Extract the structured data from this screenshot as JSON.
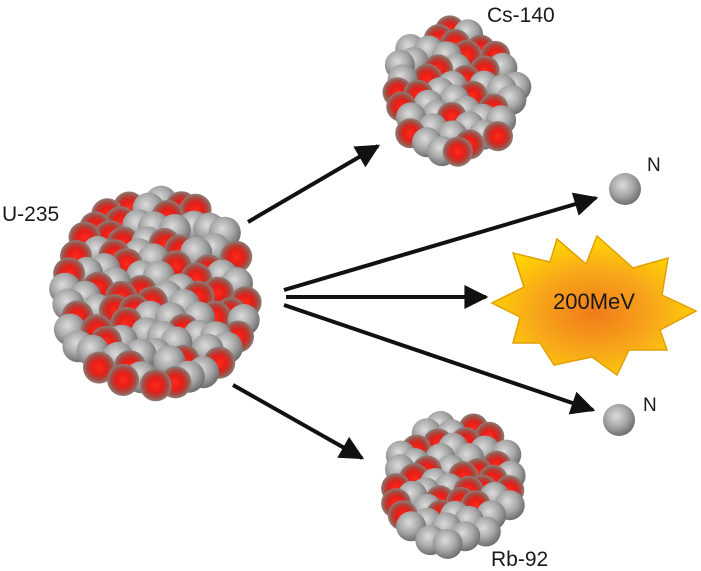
{
  "parent_nucleus": {
    "label": "U-235"
  },
  "fragments": [
    {
      "label": "Cs-140"
    },
    {
      "label": "Rb-92"
    }
  ],
  "neutrons": [
    {
      "label": "N"
    },
    {
      "label": "N"
    }
  ],
  "energy": {
    "label": "200MeV"
  },
  "colors": {
    "proton": "#e8201c",
    "proton_rim": "#8a7d78",
    "neutron": "#a6a6a6",
    "neutron_highlight": "#dcdcdc",
    "arrow": "#111111",
    "burst_outer": "#ffd400",
    "burst_inner": "#f08a1a"
  }
}
